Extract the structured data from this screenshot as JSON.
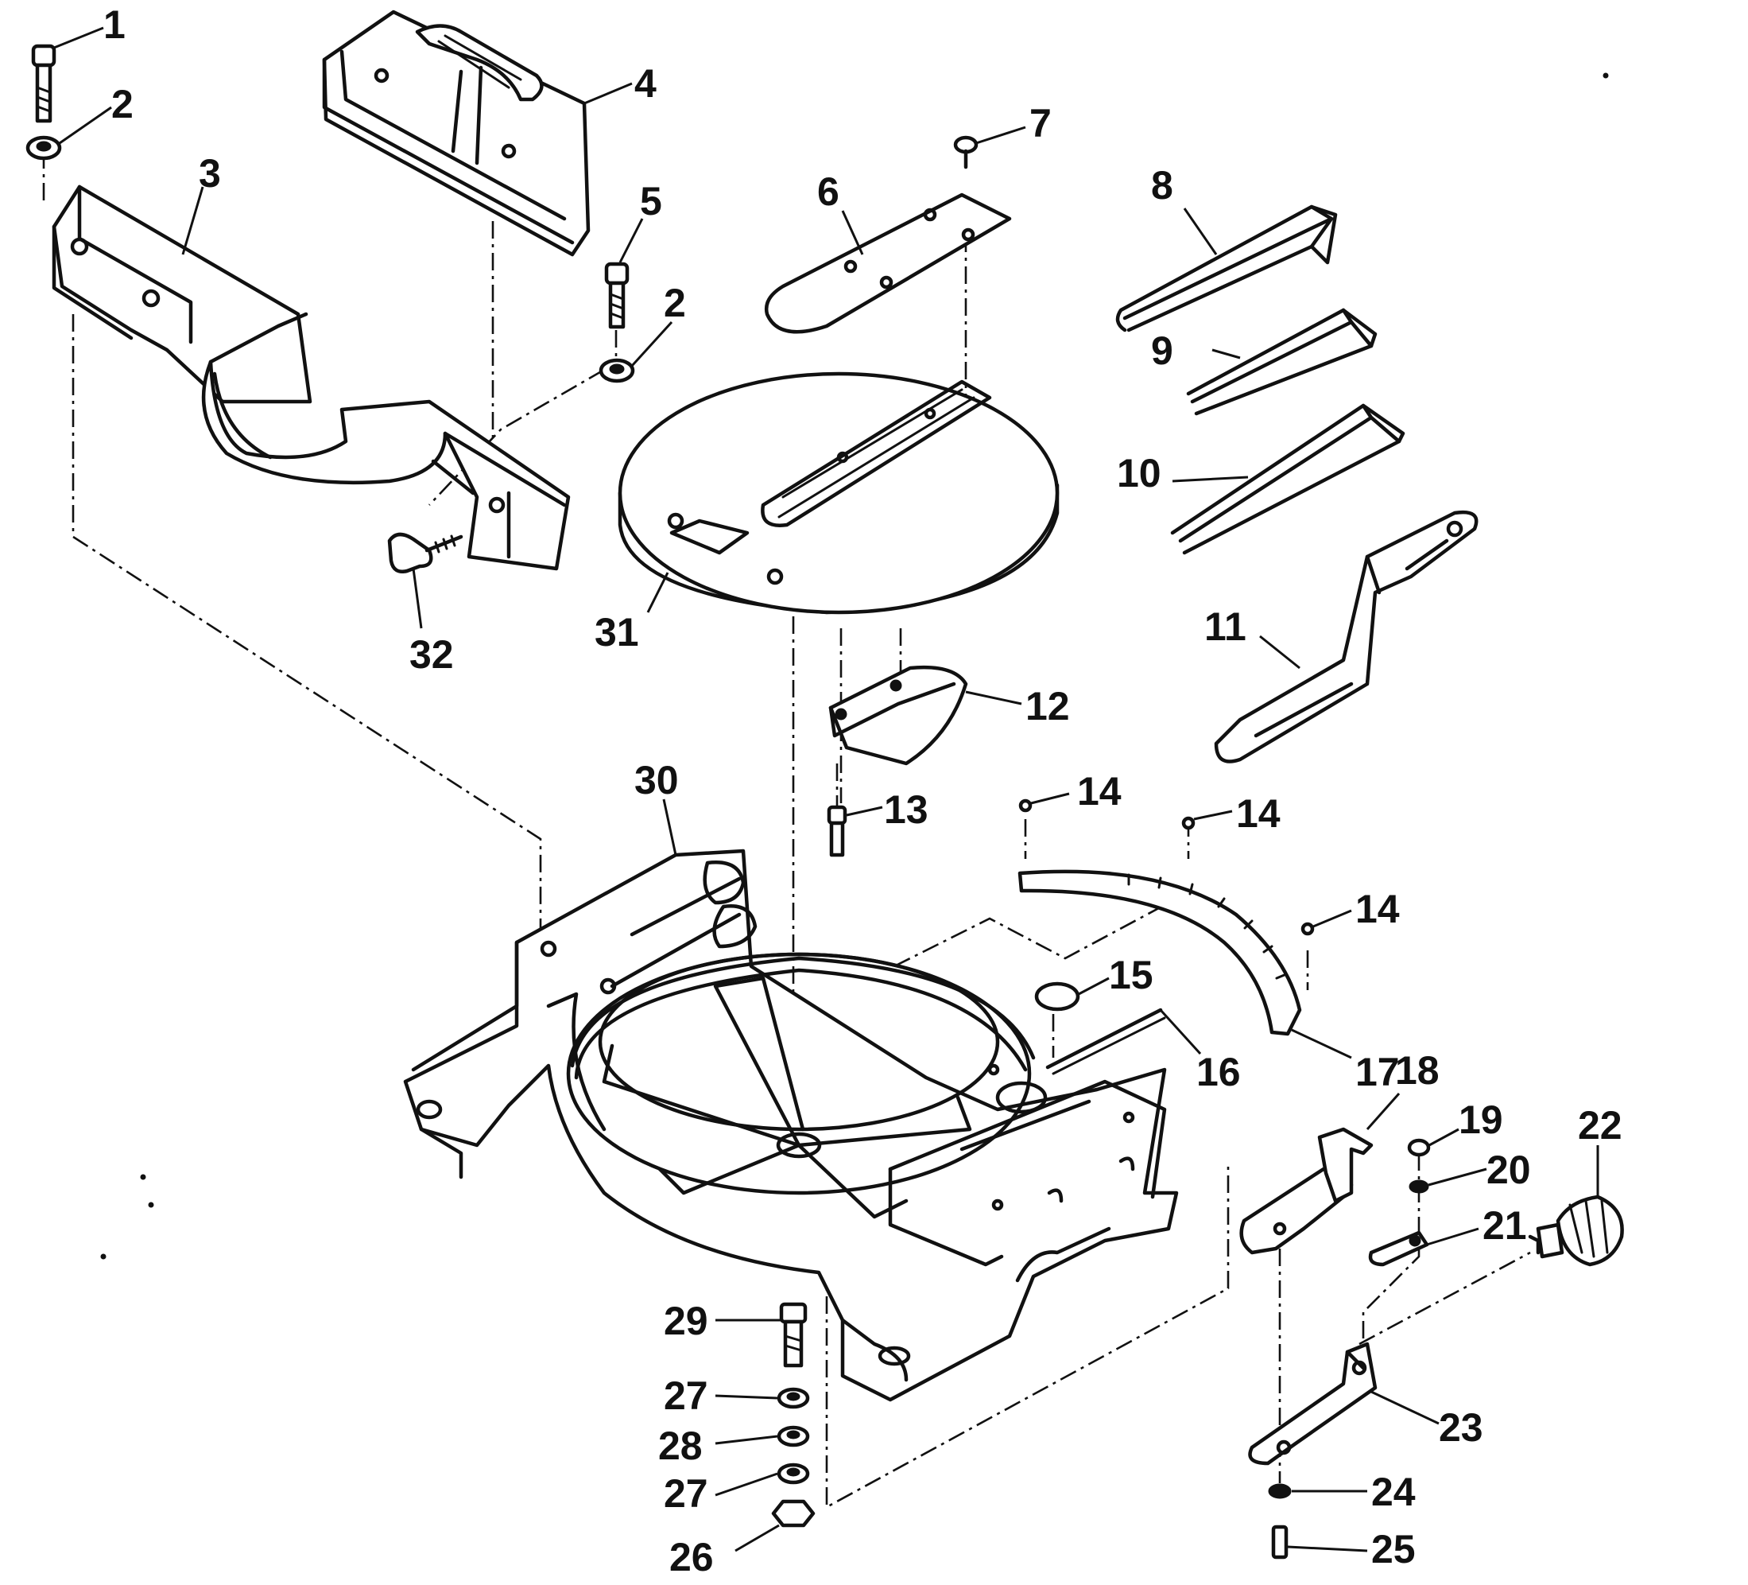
{
  "callouts": [
    {
      "id": "c1",
      "text": "1"
    },
    {
      "id": "c2a",
      "text": "2"
    },
    {
      "id": "c2b",
      "text": "2"
    },
    {
      "id": "c3",
      "text": "3"
    },
    {
      "id": "c4",
      "text": "4"
    },
    {
      "id": "c5",
      "text": "5"
    },
    {
      "id": "c6",
      "text": "6"
    },
    {
      "id": "c7",
      "text": "7"
    },
    {
      "id": "c8",
      "text": "8"
    },
    {
      "id": "c9",
      "text": "9"
    },
    {
      "id": "c10",
      "text": "10"
    },
    {
      "id": "c11",
      "text": "11"
    },
    {
      "id": "c12",
      "text": "12"
    },
    {
      "id": "c13",
      "text": "13"
    },
    {
      "id": "c14a",
      "text": "14"
    },
    {
      "id": "c14b",
      "text": "14"
    },
    {
      "id": "c14c",
      "text": "14"
    },
    {
      "id": "c15",
      "text": "15"
    },
    {
      "id": "c16",
      "text": "16"
    },
    {
      "id": "c17",
      "text": "17"
    },
    {
      "id": "c18",
      "text": "18"
    },
    {
      "id": "c19",
      "text": "19"
    },
    {
      "id": "c20",
      "text": "20"
    },
    {
      "id": "c21",
      "text": "21"
    },
    {
      "id": "c22",
      "text": "22"
    },
    {
      "id": "c23",
      "text": "23"
    },
    {
      "id": "c24",
      "text": "24"
    },
    {
      "id": "c25",
      "text": "25"
    },
    {
      "id": "c26",
      "text": "26"
    },
    {
      "id": "c27a",
      "text": "27"
    },
    {
      "id": "c27b",
      "text": "27"
    },
    {
      "id": "c28",
      "text": "28"
    },
    {
      "id": "c29",
      "text": "29"
    },
    {
      "id": "c30",
      "text": "30"
    },
    {
      "id": "c31",
      "text": "31"
    },
    {
      "id": "c32",
      "text": "32"
    }
  ]
}
